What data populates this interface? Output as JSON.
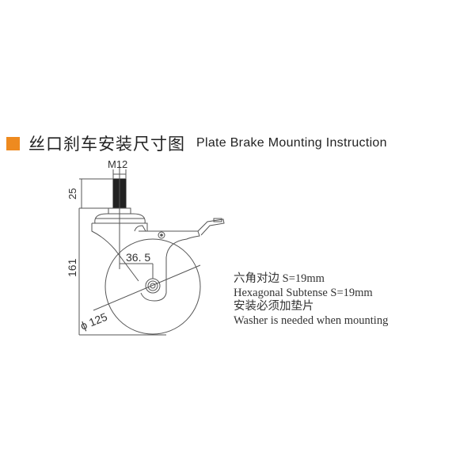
{
  "heading": {
    "bullet_color": "#ee8a1f",
    "title_cn": "丝口刹车安装尺寸图",
    "title_en": "Plate Brake Mounting Instruction"
  },
  "drawing": {
    "dimensions": {
      "thread": "M12",
      "stem_length": "25",
      "total_height": "161",
      "offset": "36. 5",
      "wheel_diameter": "ϕ 125"
    },
    "line_color": "#555555"
  },
  "notes": {
    "lines": [
      "六角对边 S=19mm",
      "Hexagonal Subtense S=19mm",
      "安装必须加垫片",
      "Washer is needed when mounting"
    ]
  }
}
